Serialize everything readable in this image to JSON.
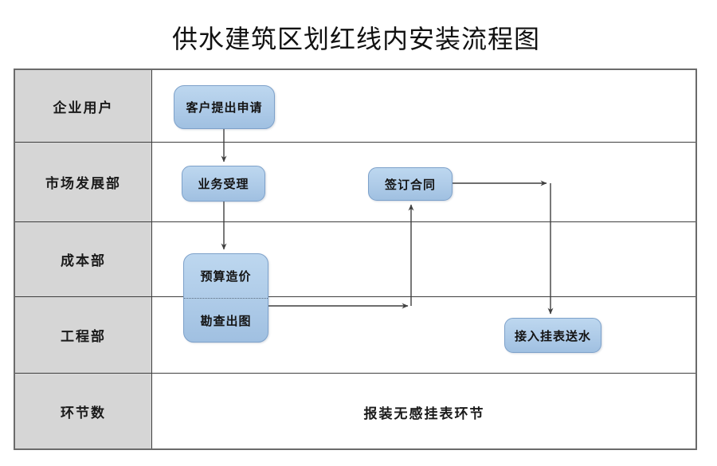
{
  "title": "供水建筑区划红线内安装流程图",
  "lanes": [
    {
      "label": "企业用户"
    },
    {
      "label": "市场发展部"
    },
    {
      "label": "成本部"
    },
    {
      "label": "工程部"
    },
    {
      "label": "环节数"
    }
  ],
  "nodes": {
    "apply": "客户提出申请",
    "accept": "业务受理",
    "contract": "签订合同",
    "budget": "预算造价",
    "survey": "勘查出图",
    "connect": "接入挂表送水"
  },
  "footer_note": "报装无感挂表环节",
  "colors": {
    "node_fill_top": "#bdd7ef",
    "node_fill_bottom": "#a0c0e1",
    "node_border": "#7da1ca",
    "lane_label_bg": "#d6d6d6",
    "grid_line": "#3f3f3f",
    "arrow": "#3f3f3f"
  }
}
